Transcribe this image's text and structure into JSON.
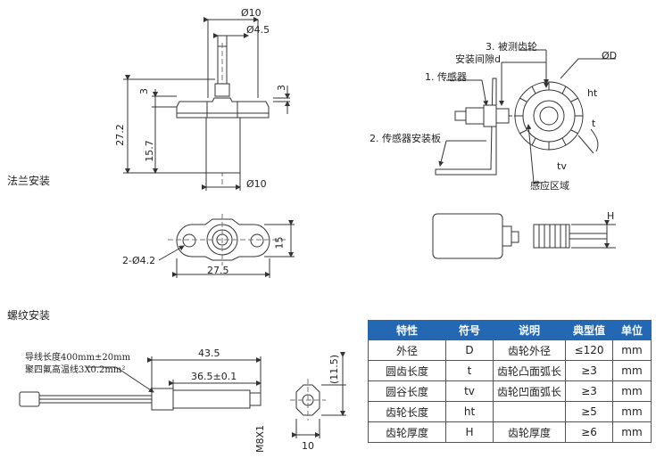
{
  "sections": {
    "flange": "法兰安装",
    "thread": "螺纹安装"
  },
  "flange_dims": {
    "d10_top": "Ø10",
    "d4_5": "Ø4.5",
    "d3_left": "3",
    "d3_right": "3",
    "h27_2": "27.2",
    "h15_7": "15.7",
    "d10_bottom": "Ø10",
    "holes": "2-Ø4.2",
    "w27_5": "27.5",
    "h15": "15"
  },
  "install": {
    "gear": "3. 被测齿轮",
    "gap": "安装间隙d",
    "sensor": "1. 传感器",
    "plate": "2. 传感器安装板",
    "area": "感应区域",
    "od": "ØD",
    "ht": "ht",
    "t": "t",
    "tv": "tv",
    "H": "H"
  },
  "thread_dims": {
    "cable": "导线长度400mm±20mm",
    "wire": "聚四氟高温线3X0.2mm²",
    "l43_5": "43.5",
    "l36_5": "36.5±0.1",
    "h11_5": "(11.5)",
    "m8": "M8X1",
    "w10": "10"
  },
  "table": {
    "headers": [
      "特性",
      "符号",
      "说明",
      "典型值",
      "单位"
    ],
    "rows": [
      [
        "外径",
        "D",
        "齿轮外径",
        "≤120",
        "mm"
      ],
      [
        "圆齿长度",
        "t",
        "齿轮凸面弧长",
        "≥3",
        "mm"
      ],
      [
        "圆谷长度",
        "tv",
        "齿轮凹面弧长",
        "≥3",
        "mm"
      ],
      [
        "齿轮长度",
        "ht",
        "",
        "≥5",
        "mm"
      ],
      [
        "齿轮厚度",
        "H",
        "齿轮厚度",
        "≥6",
        "mm"
      ]
    ]
  },
  "colors": {
    "header_bg": "#2468b4"
  }
}
